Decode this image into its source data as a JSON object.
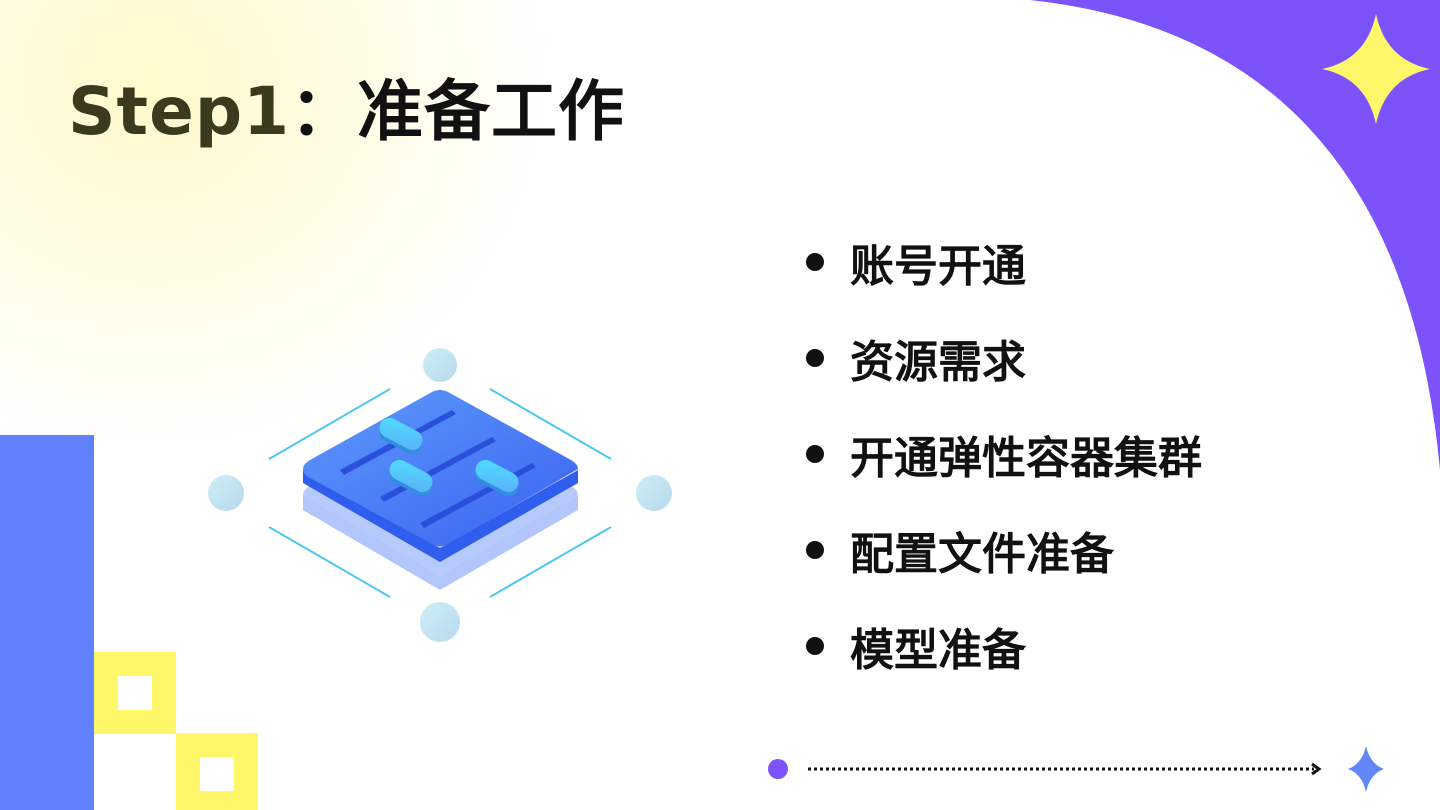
{
  "slide": {
    "title_step": "Step1",
    "title_sep": "：",
    "title_text": "准备工作",
    "bullets": [
      "账号开通",
      "资源需求",
      "开通弹性容器集群",
      "配置文件准备",
      "模型准备"
    ]
  },
  "colors": {
    "purple_accent": "#7c52fb",
    "yellow_accent": "#fff76a",
    "blue_bar": "#6282fd",
    "star_blue": "#6386f8",
    "platform_blue": "#3f6ff2",
    "knob_cyan": "#4ad6fb",
    "node_light_blue": "#c4e6f2"
  },
  "icons": {
    "top_right": "four-point-star-icon",
    "illustration": "isometric-sliders-panel-icon",
    "footer_end": "four-point-star-icon",
    "footer_start": "dot-icon",
    "footer_arrow": "dotted-arrow-icon"
  }
}
